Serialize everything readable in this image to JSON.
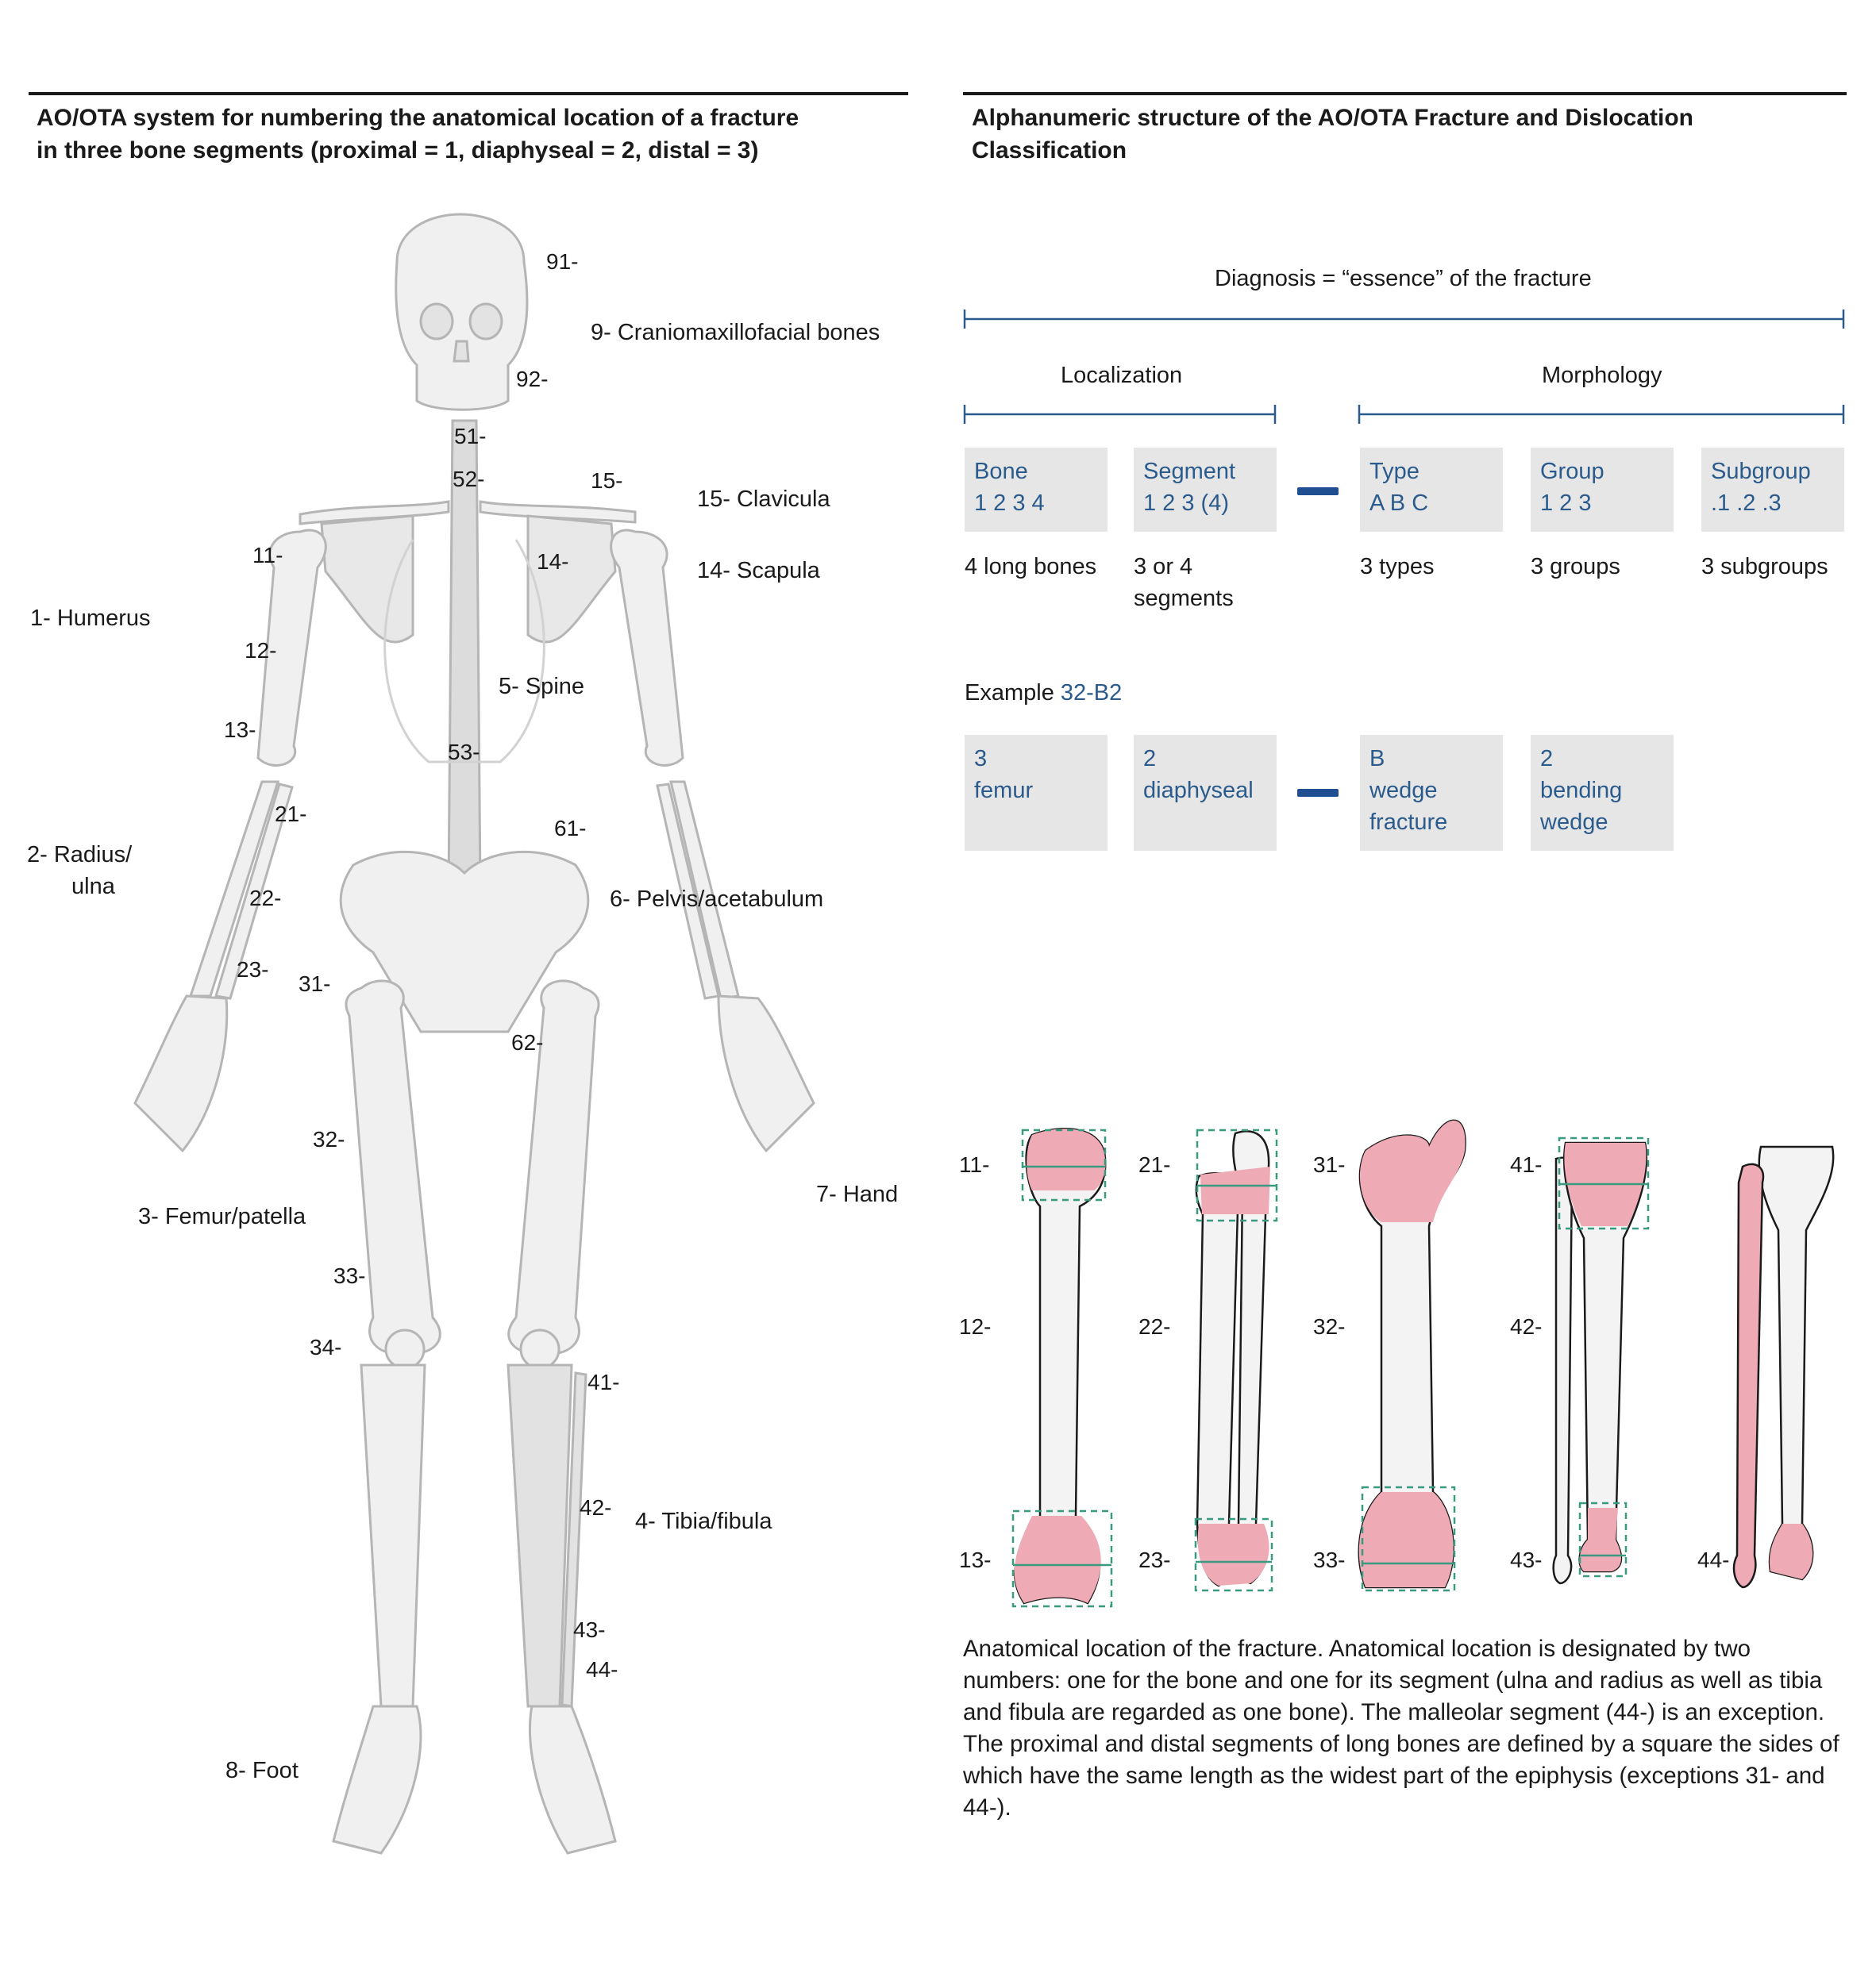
{
  "left_panel": {
    "heading_line1": "AO/OTA system for numbering the anatomical location of a fracture",
    "heading_line2": "in three bone segments (proximal = 1, diaphyseal = 2, distal = 3)",
    "region_labels": {
      "r9": "9-  Craniomaxillofacial bones",
      "r15": "15-  Clavicula",
      "r14": "14-  Scapula",
      "r1": "1-  Humerus",
      "r5": "5-  Spine",
      "r2a": "2-  Radius/",
      "r2b": "ulna",
      "r6": "6-  Pelvis/acetabulum",
      "r7": "7-  Hand",
      "r3": "3-  Femur/patella",
      "r4": "4-  Tibia/fibula",
      "r8": "8-  Foot"
    },
    "segment_codes": {
      "c91": "91-",
      "c92": "92-",
      "c51": "51-",
      "c52": "52-",
      "c15": "15-",
      "c11": "11-",
      "c14": "14-",
      "c12": "12-",
      "c13": "13-",
      "c53": "53-",
      "c21": "21-",
      "c61": "61-",
      "c22": "22-",
      "c23": "23-",
      "c31": "31-",
      "c62": "62-",
      "c32": "32-",
      "c33": "33-",
      "c34": "34-",
      "c41": "41-",
      "c42": "42-",
      "c43": "43-",
      "c44": "44-"
    }
  },
  "right_panel": {
    "heading_line1": "Alphanumeric structure of the AO/OTA Fracture and Dislocation",
    "heading_line2": "Classification",
    "diagnosis": "Diagnosis = “essence” of the fracture",
    "localization": "Localization",
    "morphology": "Morphology",
    "boxes": [
      {
        "title": "Bone",
        "value": "1 2 3 4",
        "desc1": "4 long bones",
        "desc2": ""
      },
      {
        "title": "Segment",
        "value": "1 2 3 (4)",
        "desc1": "3 or 4",
        "desc2": "segments"
      },
      {
        "title": "Type",
        "value": "A B C",
        "desc1": "3 types",
        "desc2": ""
      },
      {
        "title": "Group",
        "value": "1 2 3",
        "desc1": "3 groups",
        "desc2": ""
      },
      {
        "title": "Subgroup",
        "value": ".1 .2 .3",
        "desc1": "3 subgroups",
        "desc2": ""
      }
    ],
    "example_prefix": "Example",
    "example_code": "32-B2",
    "example_boxes": [
      {
        "line1": "3",
        "line2": "femur",
        "line3": ""
      },
      {
        "line1": "2",
        "line2": "diaphyseal",
        "line3": ""
      },
      {
        "line1": "B",
        "line2": "wedge",
        "line3": "fracture"
      },
      {
        "line1": "2",
        "line2": "bending",
        "line3": "wedge"
      }
    ],
    "bone_codes": {
      "b11": "11-",
      "b12": "12-",
      "b13": "13-",
      "b21": "21-",
      "b22": "22-",
      "b23": "23-",
      "b31": "31-",
      "b32": "32-",
      "b33": "33-",
      "b41": "41-",
      "b42": "42-",
      "b43": "43-",
      "b44": "44-"
    },
    "caption": "Anatomical location of the fracture. Anatomical location is designated by two numbers: one for the bone and one for its segment (ulna and radius as well as tibia and fibula are regarded as one bone). The malleolar segment (44-) is an exception. The proximal and distal segments of long bones are defined by a square the sides of which have the same length as the widest part of the epiphysis (exceptions 31- and 44-)."
  },
  "colors": {
    "text": "#1a1a1a",
    "accent_blue": "#2a5b8c",
    "dash_blue": "#1f4f91",
    "box_grey": "#e6e6e6",
    "bone_fill": "#f0f0f0",
    "bone_stroke": "#b5b5b5",
    "segment_pink": "#eeaab5",
    "cartilage_blue": "#d3e2ea",
    "dashed_green": "#3a9a80"
  }
}
